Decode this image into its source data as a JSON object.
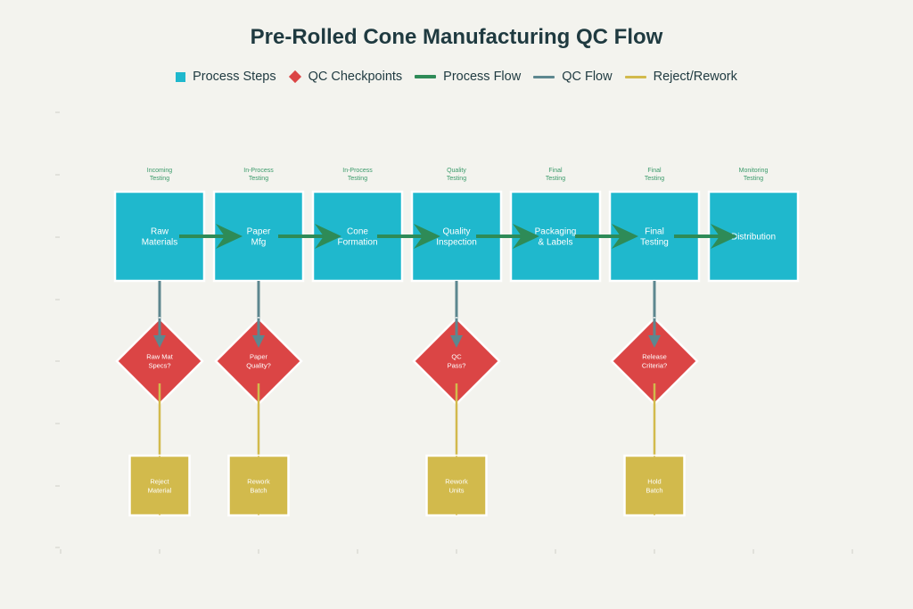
{
  "title": "Pre-Rolled Cone Manufacturing QC Flow",
  "legend": [
    {
      "label": "Process Steps",
      "shape": "square",
      "color": "#1fb8cd"
    },
    {
      "label": "QC Checkpoints",
      "shape": "diamond",
      "color": "#db4545"
    },
    {
      "label": "Process Flow",
      "shape": "line",
      "color": "#2e8b57"
    },
    {
      "label": "QC Flow",
      "shape": "line",
      "color": "#5d878f"
    },
    {
      "label": "Reject/Rework",
      "shape": "line",
      "color": "#d2ba4c"
    }
  ],
  "colors": {
    "process": "#1fb8cd",
    "qc": "#db4545",
    "reject": "#d2ba4c",
    "process_flow": "#2e8b57",
    "qc_flow": "#5d878f",
    "stage_label": "#3a9a6a"
  },
  "stages": [
    {
      "stage": [
        "Incoming",
        "Testing"
      ],
      "step": [
        "Raw",
        "Materials"
      ],
      "qc": [
        "Raw Mat",
        "Specs?"
      ],
      "outcome": [
        "Reject",
        "Material"
      ]
    },
    {
      "stage": [
        "In-Process",
        "Testing"
      ],
      "step": [
        "Paper",
        "Mfg"
      ],
      "qc": [
        "Paper",
        "Quality?"
      ],
      "outcome": [
        "Rework",
        "Batch"
      ]
    },
    {
      "stage": [
        "In-Process",
        "Testing"
      ],
      "step": [
        "Cone",
        "Formation"
      ],
      "qc": null,
      "outcome": null
    },
    {
      "stage": [
        "Quality",
        "Testing"
      ],
      "step": [
        "Quality",
        "Inspection"
      ],
      "qc": [
        "QC",
        "Pass?"
      ],
      "outcome": [
        "Rework",
        "Units"
      ]
    },
    {
      "stage": [
        "Final",
        "Testing"
      ],
      "step": [
        "Packaging",
        "& Labels"
      ],
      "qc": null,
      "outcome": null
    },
    {
      "stage": [
        "Final",
        "Testing"
      ],
      "step": [
        "Final",
        "Testing"
      ],
      "qc": [
        "Release",
        "Criteria?"
      ],
      "outcome": [
        "Hold",
        "Batch"
      ]
    },
    {
      "stage": [
        "Monitoring",
        "Testing"
      ],
      "step": [
        "Distribution"
      ],
      "qc": null,
      "outcome": null
    }
  ]
}
